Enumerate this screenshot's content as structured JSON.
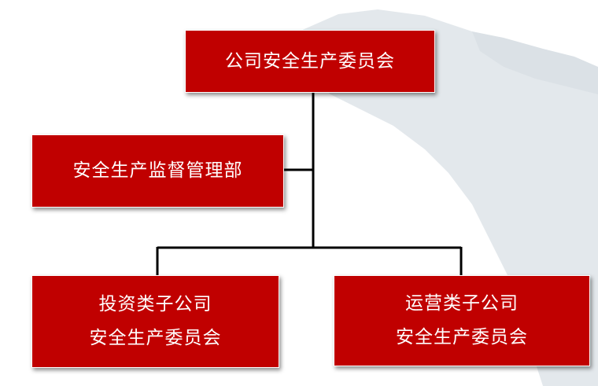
{
  "org_chart": {
    "top": {
      "label": "公司安全生产委员会"
    },
    "staff": {
      "label": "安全生产监督管理部"
    },
    "left_child": {
      "line1": "投资类子公司",
      "line2": "安全生产委员会"
    },
    "right_child": {
      "line1": "运营类子公司",
      "line2": "安全生产委员会"
    }
  },
  "colors": {
    "box_fill": "#c00000",
    "box_text": "#ffffff",
    "connector": "#000000",
    "map_background": "#e3e8ec"
  }
}
